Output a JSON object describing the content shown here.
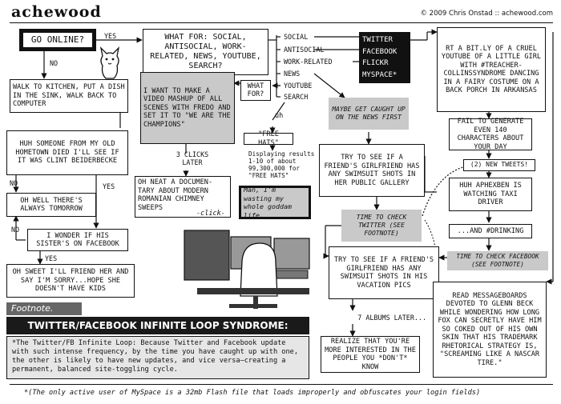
{
  "header": {
    "logo": "achewood",
    "copyright": "© 2009 Chris Onstad :: achewood.com"
  },
  "nodes": {
    "go_online": "GO ONLINE?",
    "yes1": "YES",
    "no1": "NO",
    "what_for": "WHAT FOR: SOCIAL, ANTISOCIAL, WORK-RELATED, NEWS, YOUTUBE, SEARCH?",
    "walk_kitchen": "WALK TO KITCHEN, PUT A DISH IN THE SINK, WALK BACK TO COMPUTER",
    "huh_someone": "HUH SOMEONE FROM MY OLD HOMETOWN DIED I'LL SEE IF IT WAS CLINT BEIDERBECKE",
    "no2": "NO",
    "yes2": "YES",
    "oh_well": "OH WELL THERE'S ALWAYS TOMORROW",
    "no3": "NO",
    "wonder_sister": "I WONDER IF HIS SISTER'S ON FACEBOOK",
    "yes3": "YES",
    "oh_sweet": "OH SWEET I'LL FRIEND HER AND SAY I'M SORRY...HOPE SHE DOESN'T HAVE KIDS",
    "want_mashup": "I WANT TO MAKE A VIDEO MASHUP OF ALL SCENES WITH FREDO AND SET IT TO \"WE ARE THE CHAMPIONS\"",
    "what_for_q": "WHAT FOR?",
    "three_clicks": "3 CLICKS LATER",
    "romanian": "OH NEAT A DOCUMEN-TARY ABOUT MODERN ROMANIAN CHIMNEY SWEEPS",
    "click": "-click-",
    "uh": "uh",
    "free_hats": "\"FREE HATS\"",
    "displaying": "Displaying results 1-10 of about 99,300,000 for \"FREE HATS\"",
    "wasting": "Man, I'm wasting my whole goddam life.",
    "maybe_news": "MAYBE GET CAUGHT UP ON THE NEWS FIRST",
    "swimsuit_gallery": "TRY TO SEE IF A FRIEND'S GIRLFRIEND HAS ANY SWIMSUIT SHOTS IN HER PUBLIC GALLERY",
    "time_twitter": "TIME TO CHECK TWITTER (SEE FOOTNOTE)",
    "swimsuit_vacation": "TRY TO SEE IF A FRIEND'S GIRLFRIEND HAS ANY SWIMSUIT SHOTS IN HIS VACATION PICS",
    "seven_albums": "7 ALBUMS LATER...",
    "realize": "REALIZE THAT YOU'RE MORE INTERESTED IN THE PEOPLE YOU *DON'T* KNOW",
    "rt_bitly": "RT A BIT.LY OF A CRUEL YOUTUBE OF A LITTLE GIRL WITH #TREACHER-COLLINSSYNDROME DANCING IN A FAIRY COSTUME ON A BACK PORCH IN ARKANSAS",
    "fail_generate": "FAIL TO GENERATE EVEN 140 CHARACTERS ABOUT YOUR DAY",
    "new_tweets": "(2) NEW TWEETS!",
    "aphexben": "HUH APHEXBEN IS WATCHING TAXI DRIVER",
    "drinking": "...AND #DRINKING",
    "time_facebook": "TIME TO CHECK FACEBOOK (SEE FOOTNOTE)",
    "messageboards": "READ MESSAGEBOARDS DEVOTED TO GLENN BECK WHILE WONDERING HOW LONG FOX CAN SECRETLY HAVE HIM SO COKED OUT OF HIS OWN SKIN THAT HIS TRADEMARK RHETORICAL STRATEGY IS, \"SCREAMING LIKE A NASCAR TIRE.\""
  },
  "options": [
    "SOCIAL",
    "ANTISOCIAL",
    "WORK-RELATED",
    "NEWS",
    "YOUTUBE",
    "SEARCH"
  ],
  "social_sites": [
    "TWITTER",
    "FACEBOOK",
    "FLICKR",
    "MYSPACE*"
  ],
  "footnote": {
    "tab": "Footnote.",
    "title": "TWITTER/FACEBOOK INFINITE LOOP SYNDROME:",
    "body": "*The Twitter/FB Infinite Loop: Because Twitter and Facebook update with such intense frequency, by the time you have caught up with one, the other is likely to have new updates, and vice versa—creating a permanent, balanced site-toggling cycle."
  },
  "bottom_note": "*(The only active user of MySpace is a 32mb Flash file that loads improperly and obfuscates your login fields)",
  "colors": {
    "ink": "#111111",
    "gray_box": "#c9c9c9",
    "banner": "#1a1a1a"
  }
}
